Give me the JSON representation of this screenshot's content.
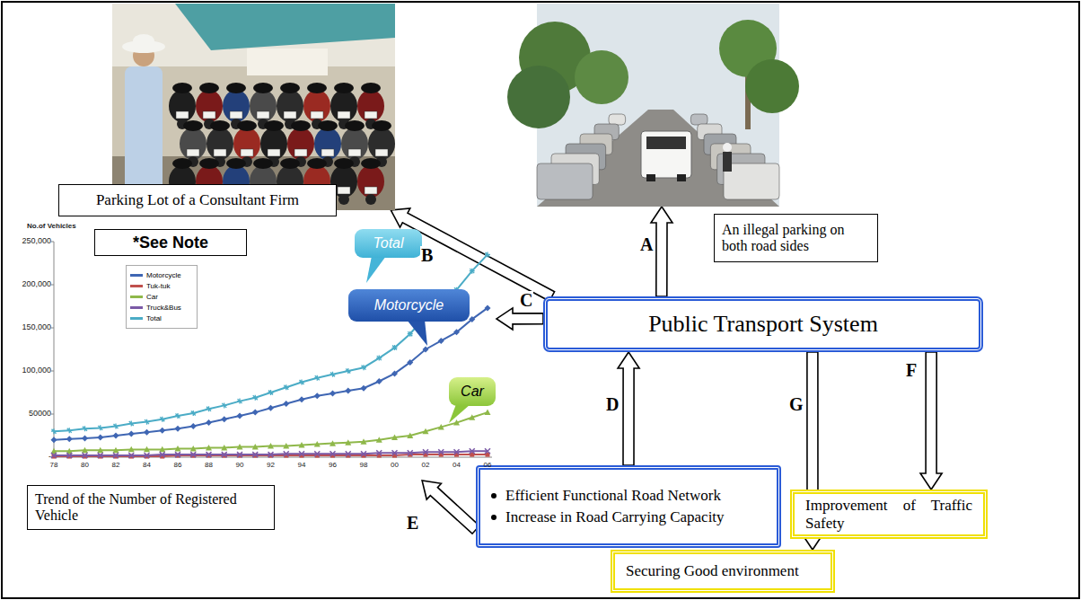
{
  "diagram": {
    "nodes": [
      {
        "text": [
          "Parking Lot of a Consultant Firm"
        ]
      },
      {
        "text": [
          "An illegal parking on both road sides"
        ]
      },
      {
        "text": [
          "Trend of the Number of Registered Vehicle"
        ]
      },
      {
        "text": [
          "*See Note"
        ],
        "in": 2
      },
      {
        "text": [
          "Total"
        ],
        "in": 2
      },
      {
        "text": [
          "Motorcycle"
        ],
        "in": 2
      },
      {
        "text": [
          "Car"
        ],
        "in": 2
      },
      {
        "text": [
          "Public Transport System"
        ]
      },
      {
        "text": [
          "Efficient Functional Road Network",
          "Increase in Road Carrying Capacity"
        ]
      },
      {
        "text": [
          "Improvement of Traffic Safety"
        ]
      },
      {
        "text": [
          "Securing Good environment"
        ]
      }
    ],
    "edges": [
      {
        "from": 7,
        "to": 1,
        "arrow": "to",
        "label": "A"
      },
      {
        "from": 7,
        "to": 0,
        "arrow": "to",
        "label": "B"
      },
      {
        "from": 7,
        "to": 2,
        "arrow": "to",
        "label": "C"
      },
      {
        "from": 8,
        "to": 7,
        "arrow": "to",
        "label": "D"
      },
      {
        "from": 8,
        "to": 2,
        "arrow": "to",
        "label": "E"
      },
      {
        "from": 7,
        "to": 9,
        "arrow": "to",
        "label": "F"
      },
      {
        "from": 7,
        "to": 10,
        "arrow": "to",
        "label": "G"
      }
    ],
    "labels": [
      "No.of Vehicles",
      "250,000",
      "200,000",
      "150,000",
      "100,000",
      "50000",
      "-",
      "78",
      "80",
      "82",
      "84",
      "86",
      "88",
      "90",
      "92",
      "94",
      "96",
      "98",
      "00",
      "02",
      "04",
      "06"
    ],
    "legend": [
      {
        "text": "Motorcycle",
        "color": "#3f66b3"
      },
      {
        "text": "Tuk-tuk",
        "color": "#c0504d"
      },
      {
        "text": "Car",
        "color": "#8fb84a"
      },
      {
        "text": "Truck&Bus",
        "color": "#7b5aa6"
      },
      {
        "text": "Total",
        "color": "#4bacc6"
      }
    ]
  }
}
